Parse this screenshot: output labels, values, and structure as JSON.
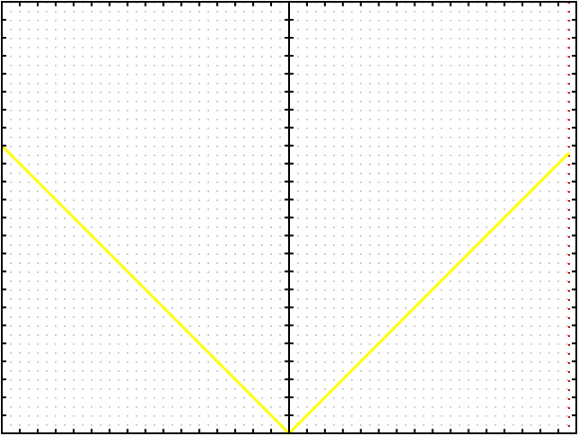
{
  "chart_data": {
    "type": "line",
    "title": "",
    "xlabel": "",
    "ylabel": "",
    "xlim": [
      -1,
      1
    ],
    "ylim": [
      0,
      1.2
    ],
    "grid": true,
    "grid_style": "dotted",
    "x_axis_at": 0,
    "colors": {
      "background": "#ffffff",
      "grid": "#b4b4b4",
      "frame": "#000000",
      "axis": "#000000",
      "series": "#ffff00",
      "marker_line": "#dd0000"
    },
    "series": [
      {
        "x": [
          -1,
          0,
          0.975
        ],
        "y": [
          0.8,
          0,
          0.78
        ]
      }
    ],
    "vertical_markers": [
      {
        "x": 0.975,
        "style": "dotted",
        "color": "#dd0000"
      }
    ]
  }
}
